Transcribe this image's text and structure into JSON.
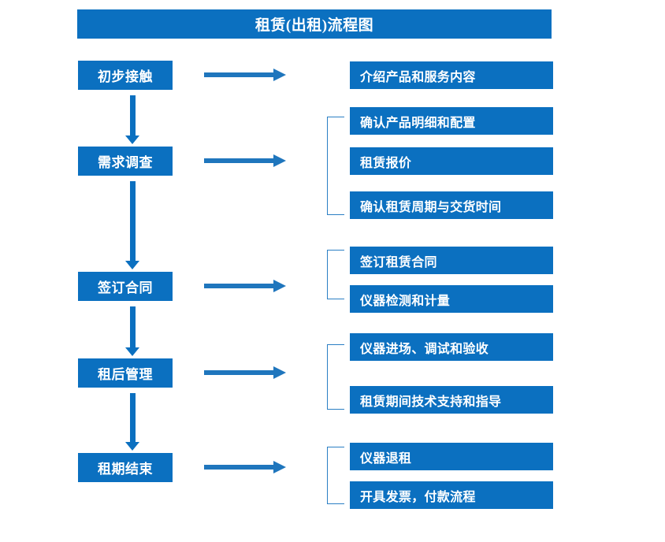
{
  "diagram": {
    "title": "租赁(出租)流程图",
    "accent_color": "#0b70c0",
    "arrow_color": "#1f76bd",
    "bracket_color": "#2a7fc4",
    "background_color": "#ffffff"
  },
  "stages": [
    {
      "label": "初步接触"
    },
    {
      "label": "需求调查"
    },
    {
      "label": "签订合同"
    },
    {
      "label": "租后管理"
    },
    {
      "label": "租期结束"
    }
  ],
  "details": [
    {
      "label": "介绍产品和服务内容"
    },
    {
      "label": "确认产品明细和配置"
    },
    {
      "label": "租赁报价"
    },
    {
      "label": "确认租赁周期与交货时间"
    },
    {
      "label": "签订租赁合同"
    },
    {
      "label": "仪器检测和计量"
    },
    {
      "label": "仪器进场、调试和验收"
    },
    {
      "label": "租赁期间技术支持和指导"
    },
    {
      "label": "仪器退租"
    },
    {
      "label": "开具发票，付款流程"
    }
  ],
  "flow": {
    "stage_to_details": [
      {
        "stage": "初步接触",
        "details": [
          "介绍产品和服务内容"
        ]
      },
      {
        "stage": "需求调查",
        "details": [
          "确认产品明细和配置",
          "租赁报价",
          "确认租赁周期与交货时间"
        ]
      },
      {
        "stage": "签订合同",
        "details": [
          "签订租赁合同",
          "仪器检测和计量"
        ]
      },
      {
        "stage": "租后管理",
        "details": [
          "仪器进场、调试和验收",
          "租赁期间技术支持和指导"
        ]
      },
      {
        "stage": "租期结束",
        "details": [
          "仪器退租",
          "开具发票，付款流程"
        ]
      }
    ]
  }
}
